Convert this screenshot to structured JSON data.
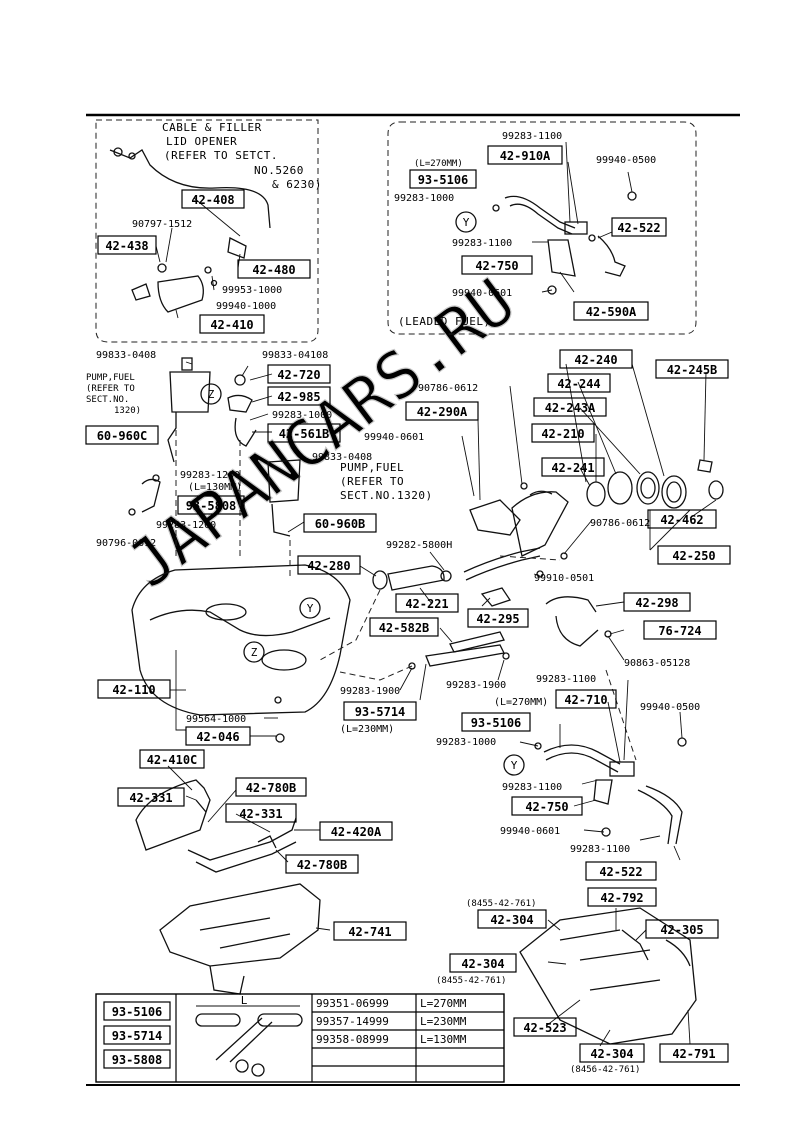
{
  "watermark": "JAPANCARS.RU",
  "notes": {
    "cable_filler": [
      "CABLE & FILLER",
      "LID OPENER",
      "(REFER TO SETCT.",
      "NO.5260",
      "& 6230)"
    ],
    "pump_fuel_left": [
      "PUMP,FUEL",
      "(REFER TO",
      "SECT.NO.",
      "1320)"
    ],
    "pump_fuel_center": [
      "PUMP,FUEL",
      "(REFER TO",
      "SECT.NO.1320)"
    ],
    "leaded_fuel": "(LEADED FUEL)",
    "l_270_small": "(L=270MM)",
    "l_130": "(L=130MM)",
    "l_270": "(L=270MM)",
    "l_230": "(L=230MM)"
  },
  "markers": {
    "y": "Y",
    "z": "Z"
  },
  "boxed_parts": {
    "p42_408": "42-408",
    "p42_438": "42-438",
    "p42_480": "42-480",
    "p42_410": "42-410",
    "p42_910A": "42-910A",
    "p93_5106_top": "93-5106",
    "p42_522_top": "42-522",
    "p42_750_top": "42-750",
    "p42_590A": "42-590A",
    "p42_720": "42-720",
    "p42_985": "42-985",
    "p42_561B": "42-561B",
    "p60_960C": "60-960C",
    "p93_5808": "93-5808",
    "p60_960B": "60-960B",
    "p42_290A": "42-290A",
    "p42_240": "42-240",
    "p42_244": "42-244",
    "p42_243A": "42-243A",
    "p42_210": "42-210",
    "p42_241": "42-241",
    "p42_245B": "42-245B",
    "p42_462": "42-462",
    "p42_250": "42-250",
    "p42_280": "42-280",
    "p42_221": "42-221",
    "p42_295": "42-295",
    "p42_582B": "42-582B",
    "p42_298": "42-298",
    "p76_724": "76-724",
    "p42_110": "42-110",
    "p42_046": "42-046",
    "p93_5714": "93-5714",
    "p42_710": "42-710",
    "p93_5106_mid": "93-5106",
    "p42_750_mid": "42-750",
    "p42_522_mid": "42-522",
    "p42_410C": "42-410C",
    "p42_331_a": "42-331",
    "p42_780B_a": "42-780B",
    "p42_331_b": "42-331",
    "p42_420A": "42-420A",
    "p42_780B_b": "42-780B",
    "p42_741": "42-741",
    "p42_792": "42-792",
    "p42_304_a": "42-304",
    "p42_305": "42-305",
    "p42_304_b": "42-304",
    "p42_523": "42-523",
    "p42_304_c": "42-304",
    "p42_791": "42-791"
  },
  "plain_parts": {
    "n90797_1512": "90797-1512",
    "n99953_1000": "99953-1000",
    "n99940_1000": "99940-1000",
    "n99283_1100_t1": "99283-1100",
    "n99940_0500_t": "99940-0500",
    "n99283_1000_t": "99283-1000",
    "n99283_1100_t2": "99283-1100",
    "n99940_0601_t": "99940-0601",
    "n99833_0408_a": "99833-0408",
    "n99833_04108": "99833-04108",
    "n99283_1000_m": "99283-1000",
    "n99833_0408_b": "99833-0408",
    "n99283_1200_a": "99283-1200",
    "n99283_1200_b": "99283-1200",
    "n90796_0612": "90796-0612",
    "n90786_0612_a": "90786-0612",
    "n99940_0601_m": "99940-0601",
    "n90786_0612_b": "90786-0612",
    "n99282_5800H": "99282-5800H",
    "n99910_0501": "99910-0501",
    "n90863_05128": "90863-05128",
    "n99283_1900_a": "99283-1900",
    "n99283_1900_b": "99283-1900",
    "n99564_1000": "99564-1000",
    "n99283_1100_b1": "99283-1100",
    "n99940_0500_b": "99940-0500",
    "n99283_1000_b": "99283-1000",
    "n99283_1100_b2": "99283-1100",
    "n99940_0601_b": "99940-0601",
    "n99283_1100_b3": "99283-1100",
    "n8455_42_761_a": "(8455-42-761)",
    "n8455_42_761_b": "(8455-42-761)",
    "n8456_42_761": "(8456-42-761)"
  },
  "table": {
    "parts": [
      "93-5106",
      "93-5714",
      "93-5808"
    ],
    "cut_label": "L",
    "rows": [
      {
        "part_no": "99351-06999",
        "length": "L=270MM"
      },
      {
        "part_no": "99357-14999",
        "length": "L=230MM"
      },
      {
        "part_no": "99358-08999",
        "length": "L=130MM"
      }
    ]
  }
}
